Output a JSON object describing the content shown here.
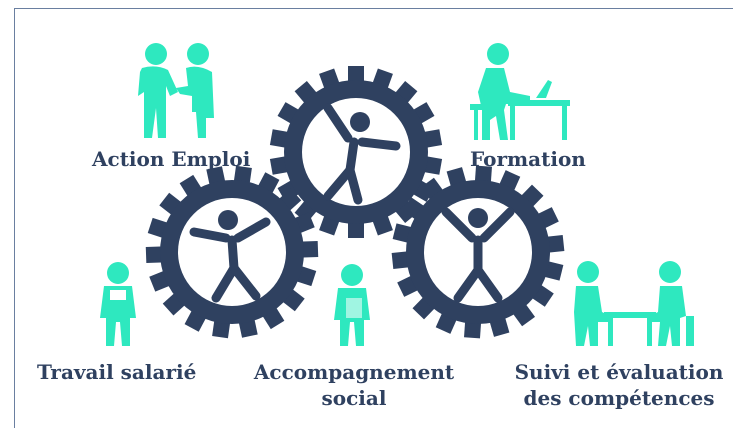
{
  "colors": {
    "gear": "#2f4160",
    "figure": "#2ee8bf",
    "text": "#2f4160",
    "border": "#6a7fa0"
  },
  "labels": {
    "action_emploi": "Action Emploi",
    "formation": "Formation",
    "travail_salarie": "Travail salarié",
    "accompagnement_line1": "Accompagnement",
    "accompagnement_line2": "social",
    "suivi_line1": "Suivi et évaluation",
    "suivi_line2": "des compétences"
  },
  "icons": [
    "handshake-figures-icon",
    "desk-worker-icon",
    "worker-overalls-icon",
    "person-with-folder-icon",
    "meeting-figures-icon",
    "gear-person-icon"
  ]
}
